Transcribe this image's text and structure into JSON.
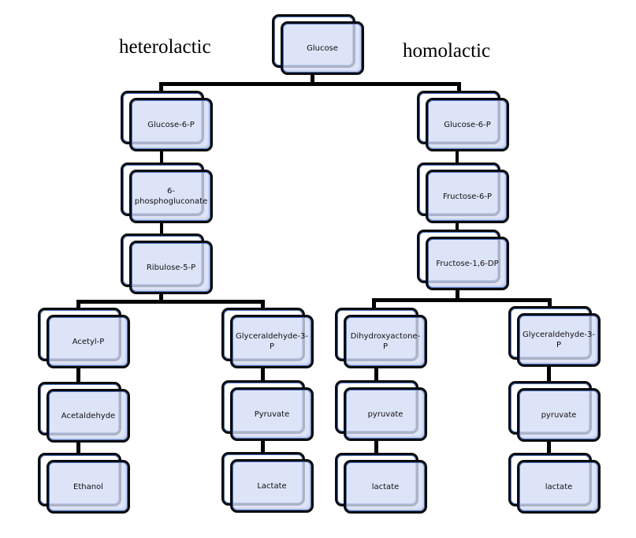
{
  "headings": {
    "left": "heterolactic",
    "right": "homolactic"
  },
  "nodes": {
    "root": "Glucose",
    "hetero": {
      "step1": "Glucose-6-P",
      "step2": "6-\nphosphogluconate",
      "step3": "Ribulose-5-P",
      "branch_a": [
        "Acetyl-P",
        "Acetaldehyde",
        "Ethanol"
      ],
      "branch_b": [
        "Glyceraldehyde-3-P",
        "Pyruvate",
        "Lactate"
      ]
    },
    "homo": {
      "step1": "Glucose-6-P",
      "step2": "Fructose-6-P",
      "step3": "Fructose-1,6-DP",
      "branch_a": [
        "Dihydroxyactone-P",
        "pyruvate",
        "lactate"
      ],
      "branch_b": [
        "Glyceraldehyde-3-P",
        "pyruvate",
        "lactate"
      ]
    }
  },
  "colors": {
    "node_fill": "#d6ddf6",
    "node_border": "#0b0b0b",
    "node_inner_border": "#4a72c4",
    "connector": "#000000",
    "background": "#ffffff"
  }
}
